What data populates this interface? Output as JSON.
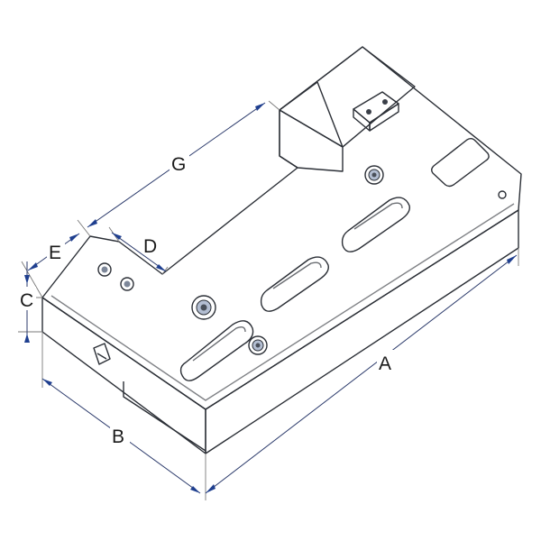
{
  "diagram": {
    "labels": {
      "A": "A",
      "B": "B",
      "C": "C",
      "D": "D",
      "E": "E",
      "G": "G"
    },
    "colors": {
      "top_face": "#dde5f2",
      "side_face_left": "#c7d2e3",
      "side_face_front": "#b5c2d8",
      "edge": "#2b2f36",
      "dimension_line": "#2b3a6b",
      "arrow": "#1f3f8f"
    }
  }
}
